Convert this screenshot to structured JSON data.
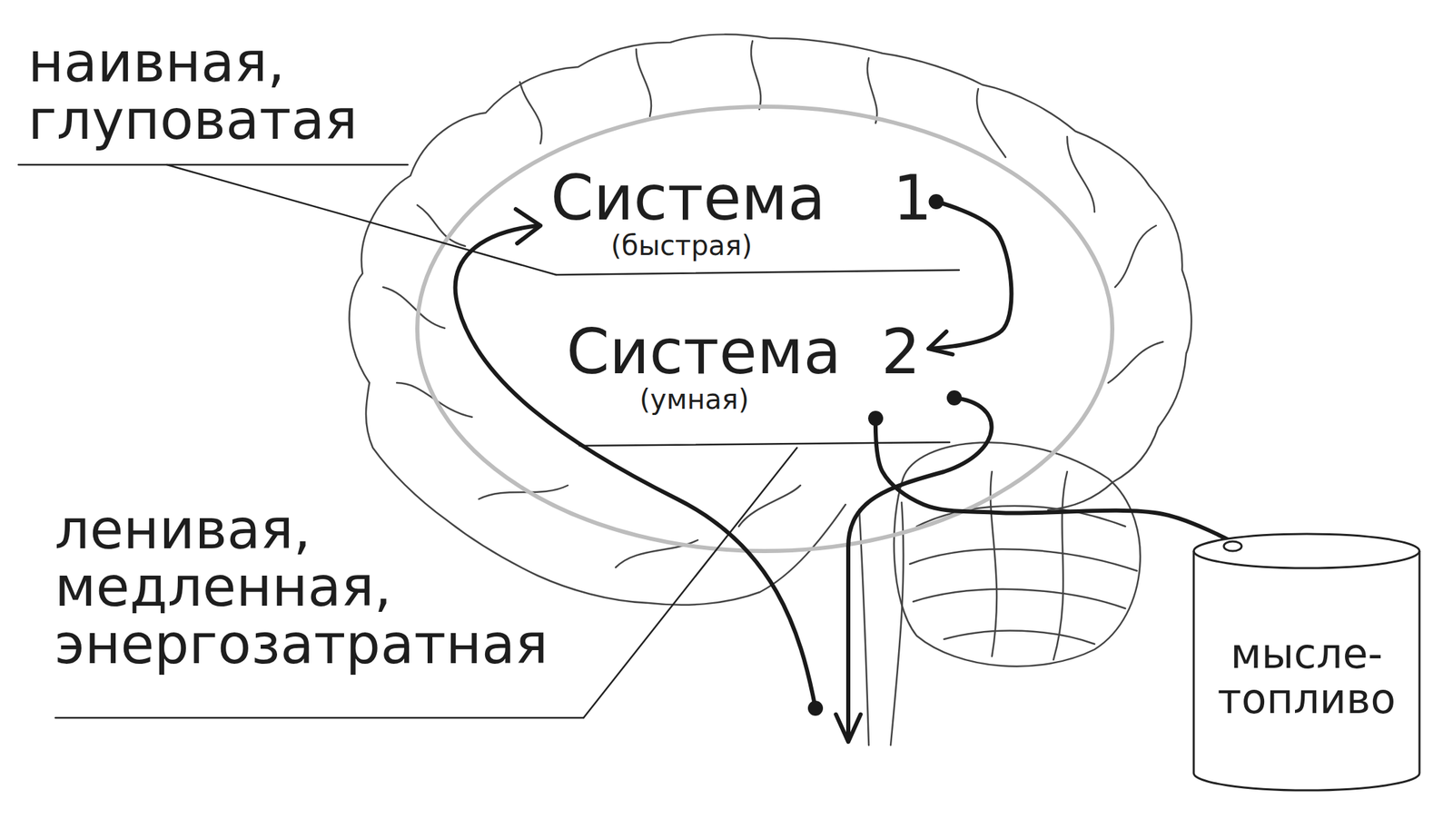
{
  "diagram": {
    "nodes": [
      {
        "text": [
          "Система 1",
          "(быстрая)"
        ]
      },
      {
        "text": [
          "Система 2",
          "(умная)"
        ]
      },
      {
        "text": [
          "мысле- топливо"
        ]
      }
    ],
    "edges": [
      {
        "from": 0,
        "to": 1,
        "arrow": "to"
      },
      {
        "from": 1,
        "to": 2,
        "arrow": "none"
      }
    ],
    "labels": [
      "наивная, глуповатая",
      "ленивая, медленная, энергозатратная"
    ]
  }
}
